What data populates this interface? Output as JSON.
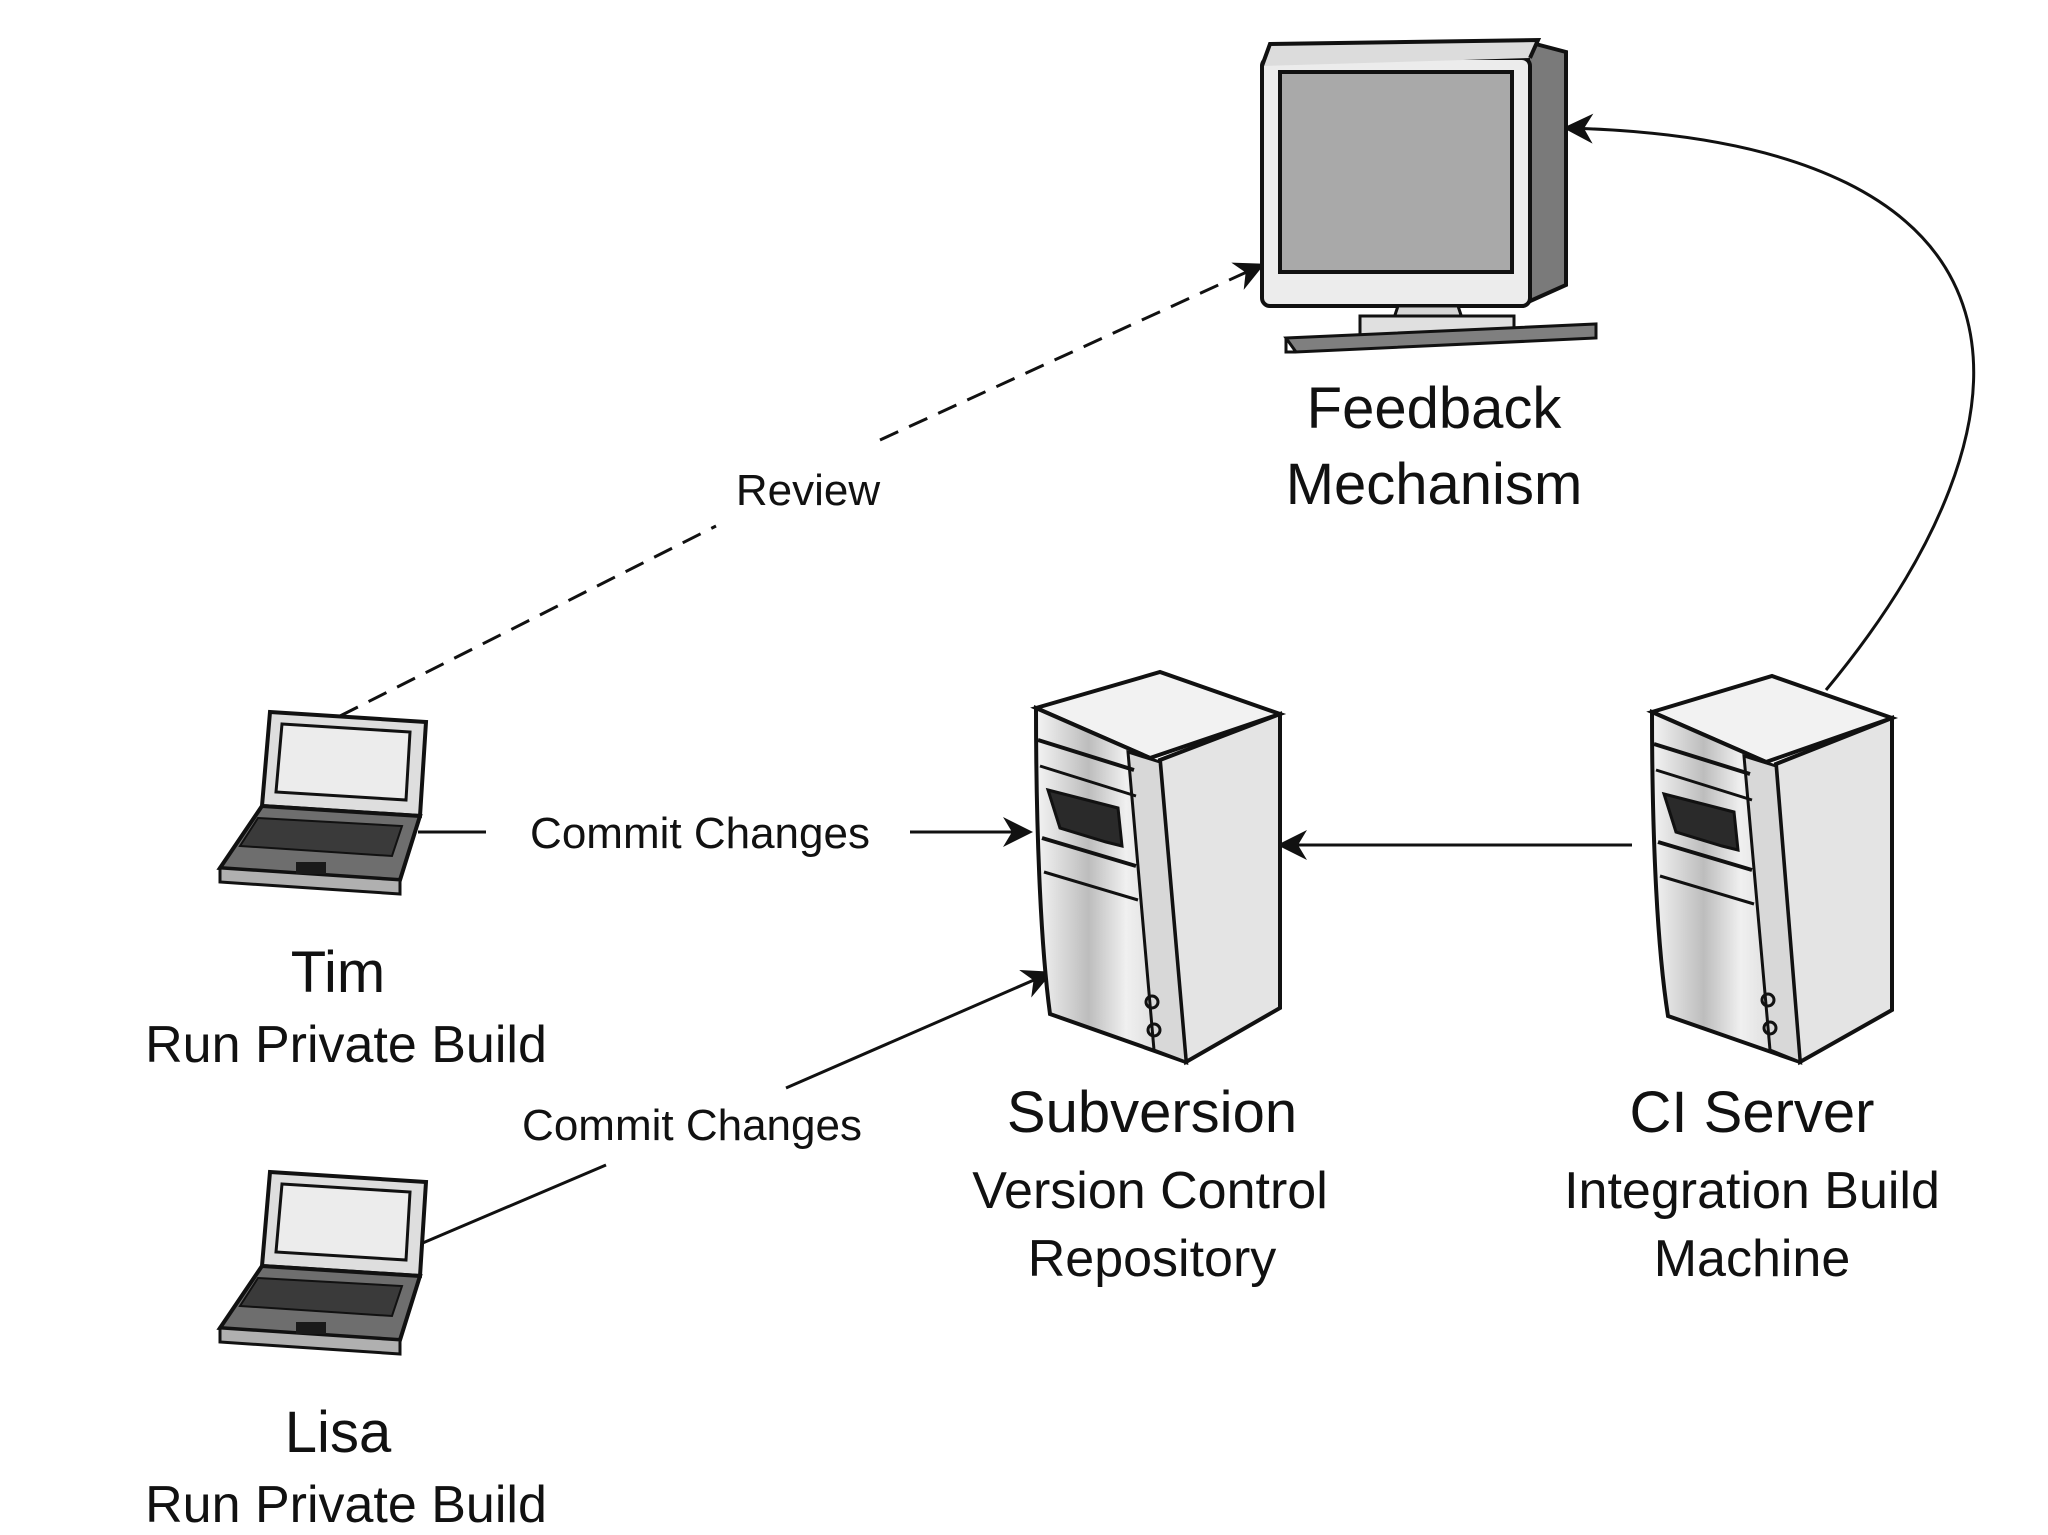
{
  "nodes": {
    "feedback": {
      "icon": "monitor-icon",
      "title": "Feedback",
      "subtitle": "Mechanism"
    },
    "tim": {
      "icon": "laptop-icon",
      "title": "Tim",
      "subtitle": "Run Private Build"
    },
    "lisa": {
      "icon": "laptop-icon",
      "title": "Lisa",
      "subtitle": "Run Private Build"
    },
    "subversion": {
      "icon": "server-icon",
      "title": "Subversion",
      "line1": "Version Control",
      "line2": "Repository"
    },
    "ci_server": {
      "icon": "server-icon",
      "title": "CI Server",
      "line1": "Integration Build",
      "line2": "Machine"
    }
  },
  "edges": {
    "review": "Review",
    "commit_tim": "Commit Changes",
    "commit_lisa": "Commit Changes"
  },
  "colors": {
    "ink": "#111111",
    "screen": "#a9a9a9",
    "body": "#e6e6e6",
    "shadow": "#6f6f6f"
  }
}
